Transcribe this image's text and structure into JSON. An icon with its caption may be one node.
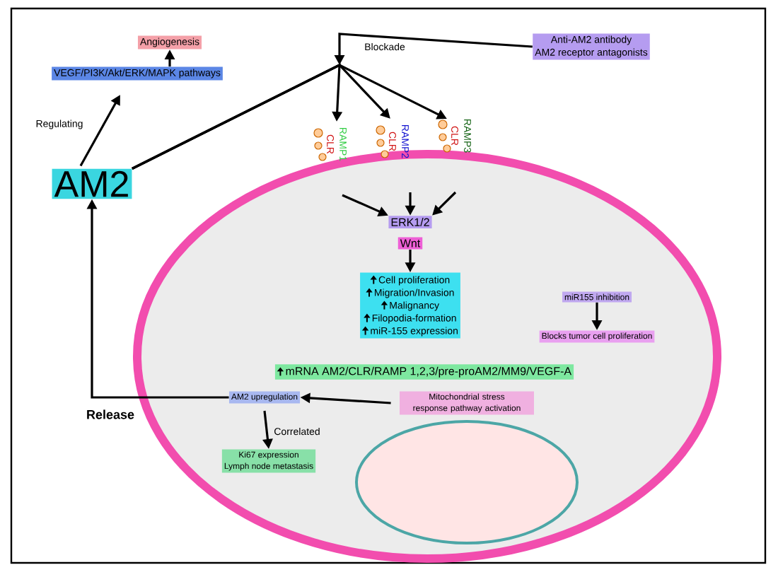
{
  "diagram": {
    "nodes": [
      {
        "text": [
          "Angiogenesis"
        ]
      },
      {
        "text": [
          "VEGF/PI3K/Akt/ERK/MAPK pathways"
        ]
      },
      {
        "text": [
          "AM2"
        ]
      },
      {
        "text": [
          "Anti-AM2 antibody",
          "AM2 receptor antagonists"
        ]
      },
      {
        "text": [
          "RAMP1",
          "CLR"
        ]
      },
      {
        "text": [
          "RAMP2",
          "CLR"
        ]
      },
      {
        "text": [
          "RAMP3",
          "CLR"
        ]
      },
      {
        "text": [
          "ERK1/2"
        ]
      },
      {
        "text": [
          "Wnt"
        ]
      },
      {
        "text": [
          "Cell proliferation",
          "Migration/Invasion",
          "Malignancy",
          "Filopodia-formation",
          "miR-155 expression"
        ]
      },
      {
        "text": [
          "miR155 inhibition"
        ]
      },
      {
        "text": [
          "Blocks tumor cell proliferation"
        ]
      },
      {
        "text": [
          "mRNA  AM2/CLR/RAMP 1,2,3/pre-proAM2/MM9/VEGF-A"
        ]
      },
      {
        "text": [
          "Mitochondrial stress response pathway activation"
        ]
      },
      {
        "text": [
          "AM2 upregulation"
        ]
      },
      {
        "text": [
          "Ki67 expression",
          "Lymph node metastasis"
        ]
      }
    ],
    "edges": [
      {
        "from": 1,
        "to": 0,
        "arrow": "to"
      },
      {
        "from": 2,
        "to": 1,
        "arrow": "to",
        "label": "Regulating"
      },
      {
        "from": 2,
        "to": 4,
        "arrow": "to"
      },
      {
        "from": 2,
        "to": 5,
        "arrow": "to"
      },
      {
        "from": 2,
        "to": 6,
        "arrow": "to"
      },
      {
        "from": 3,
        "to": null,
        "arrow": "to",
        "label": "Blockade"
      },
      {
        "from": 4,
        "to": 7,
        "arrow": "to"
      },
      {
        "from": 5,
        "to": 7,
        "arrow": "to"
      },
      {
        "from": 6,
        "to": 7,
        "arrow": "to"
      },
      {
        "from": 8,
        "to": 9,
        "arrow": "to"
      },
      {
        "from": 10,
        "to": 11,
        "arrow": "to"
      },
      {
        "from": 13,
        "to": 14,
        "arrow": "to"
      },
      {
        "from": 14,
        "to": 15,
        "arrow": "to",
        "label": "Correlated"
      },
      {
        "from": 14,
        "to": 2,
        "arrow": "to",
        "label": "Release"
      }
    ]
  }
}
